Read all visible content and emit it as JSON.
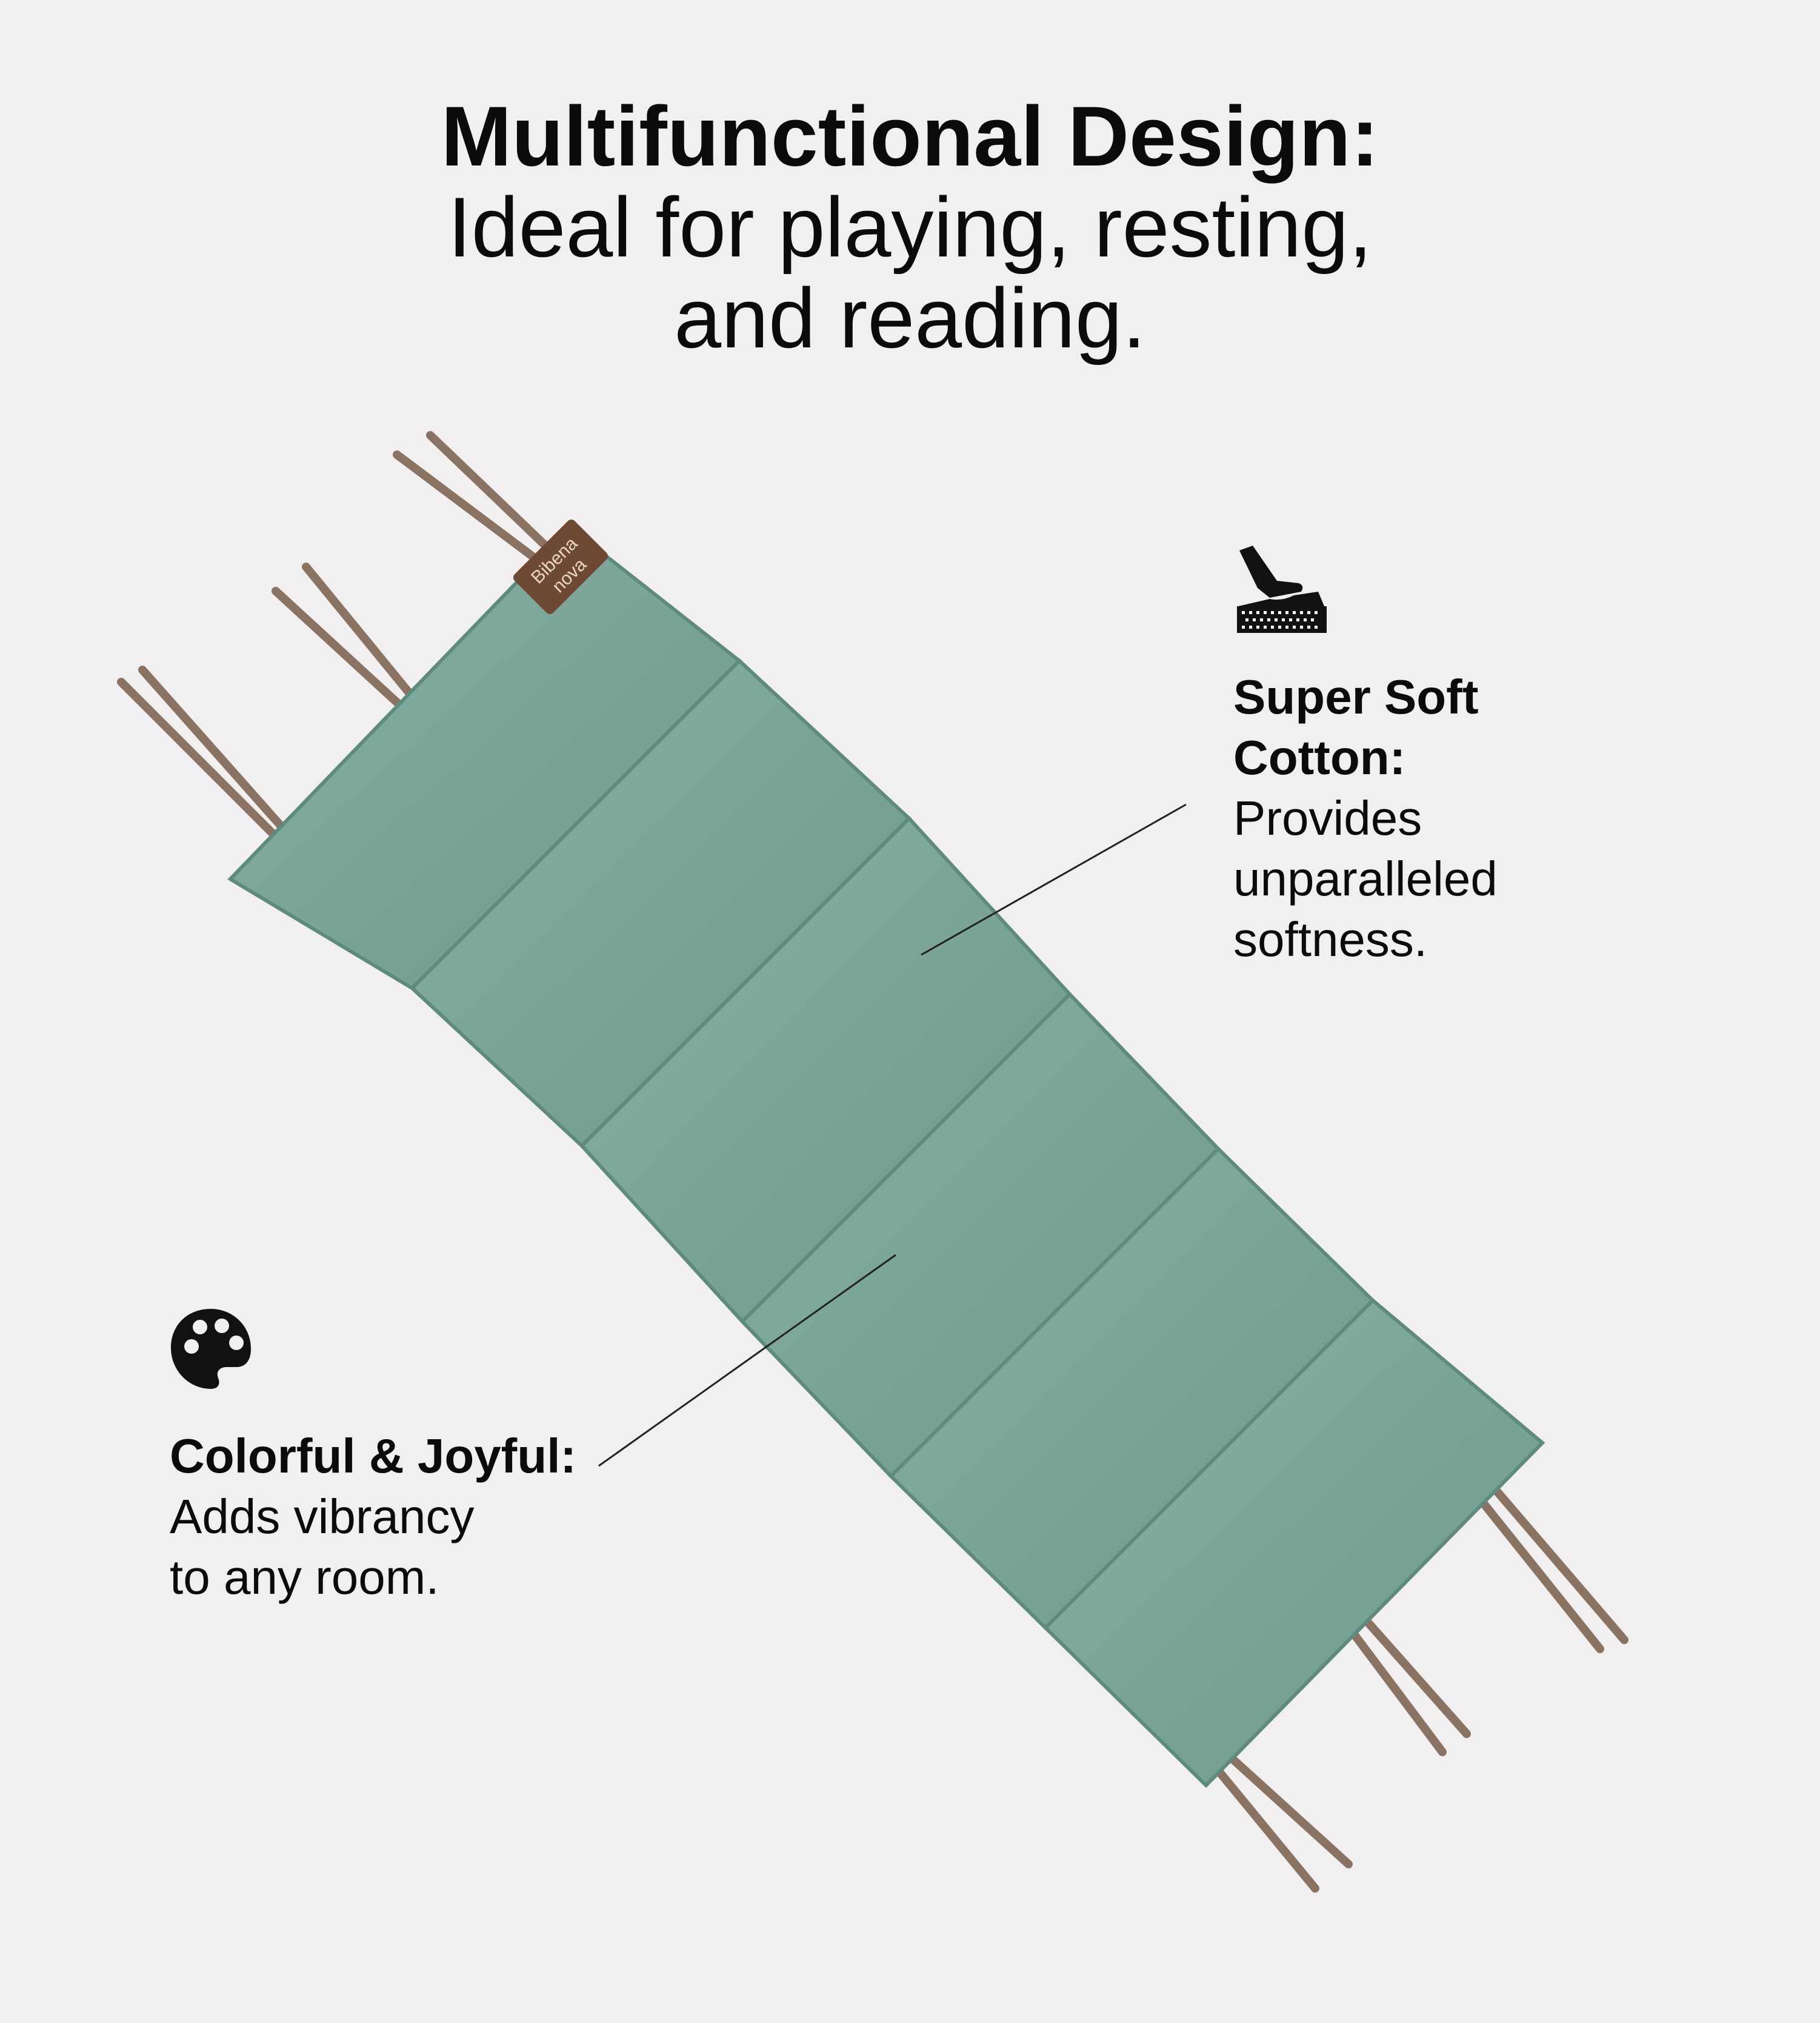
{
  "headline": {
    "bold": "Multifunctional Design:",
    "lines": [
      "Ideal for playing, resting,",
      "and reading."
    ]
  },
  "product": {
    "label_line1": "Bibena",
    "label_line2": "nova",
    "fabric_color": "#7fa79b",
    "strap_color": "#8a7363",
    "label_color": "#6e4a34"
  },
  "features": {
    "soft": {
      "icon": "hand-pressing-foam-icon",
      "title_lines": [
        "Super Soft",
        "Cotton:"
      ],
      "text_lines": [
        "Provides",
        "unparalleled",
        "softness."
      ]
    },
    "color": {
      "icon": "palette-icon",
      "title_lines": [
        "Colorful & Joyful:"
      ],
      "text_lines": [
        "Adds vibrancy",
        "to any room."
      ]
    }
  }
}
